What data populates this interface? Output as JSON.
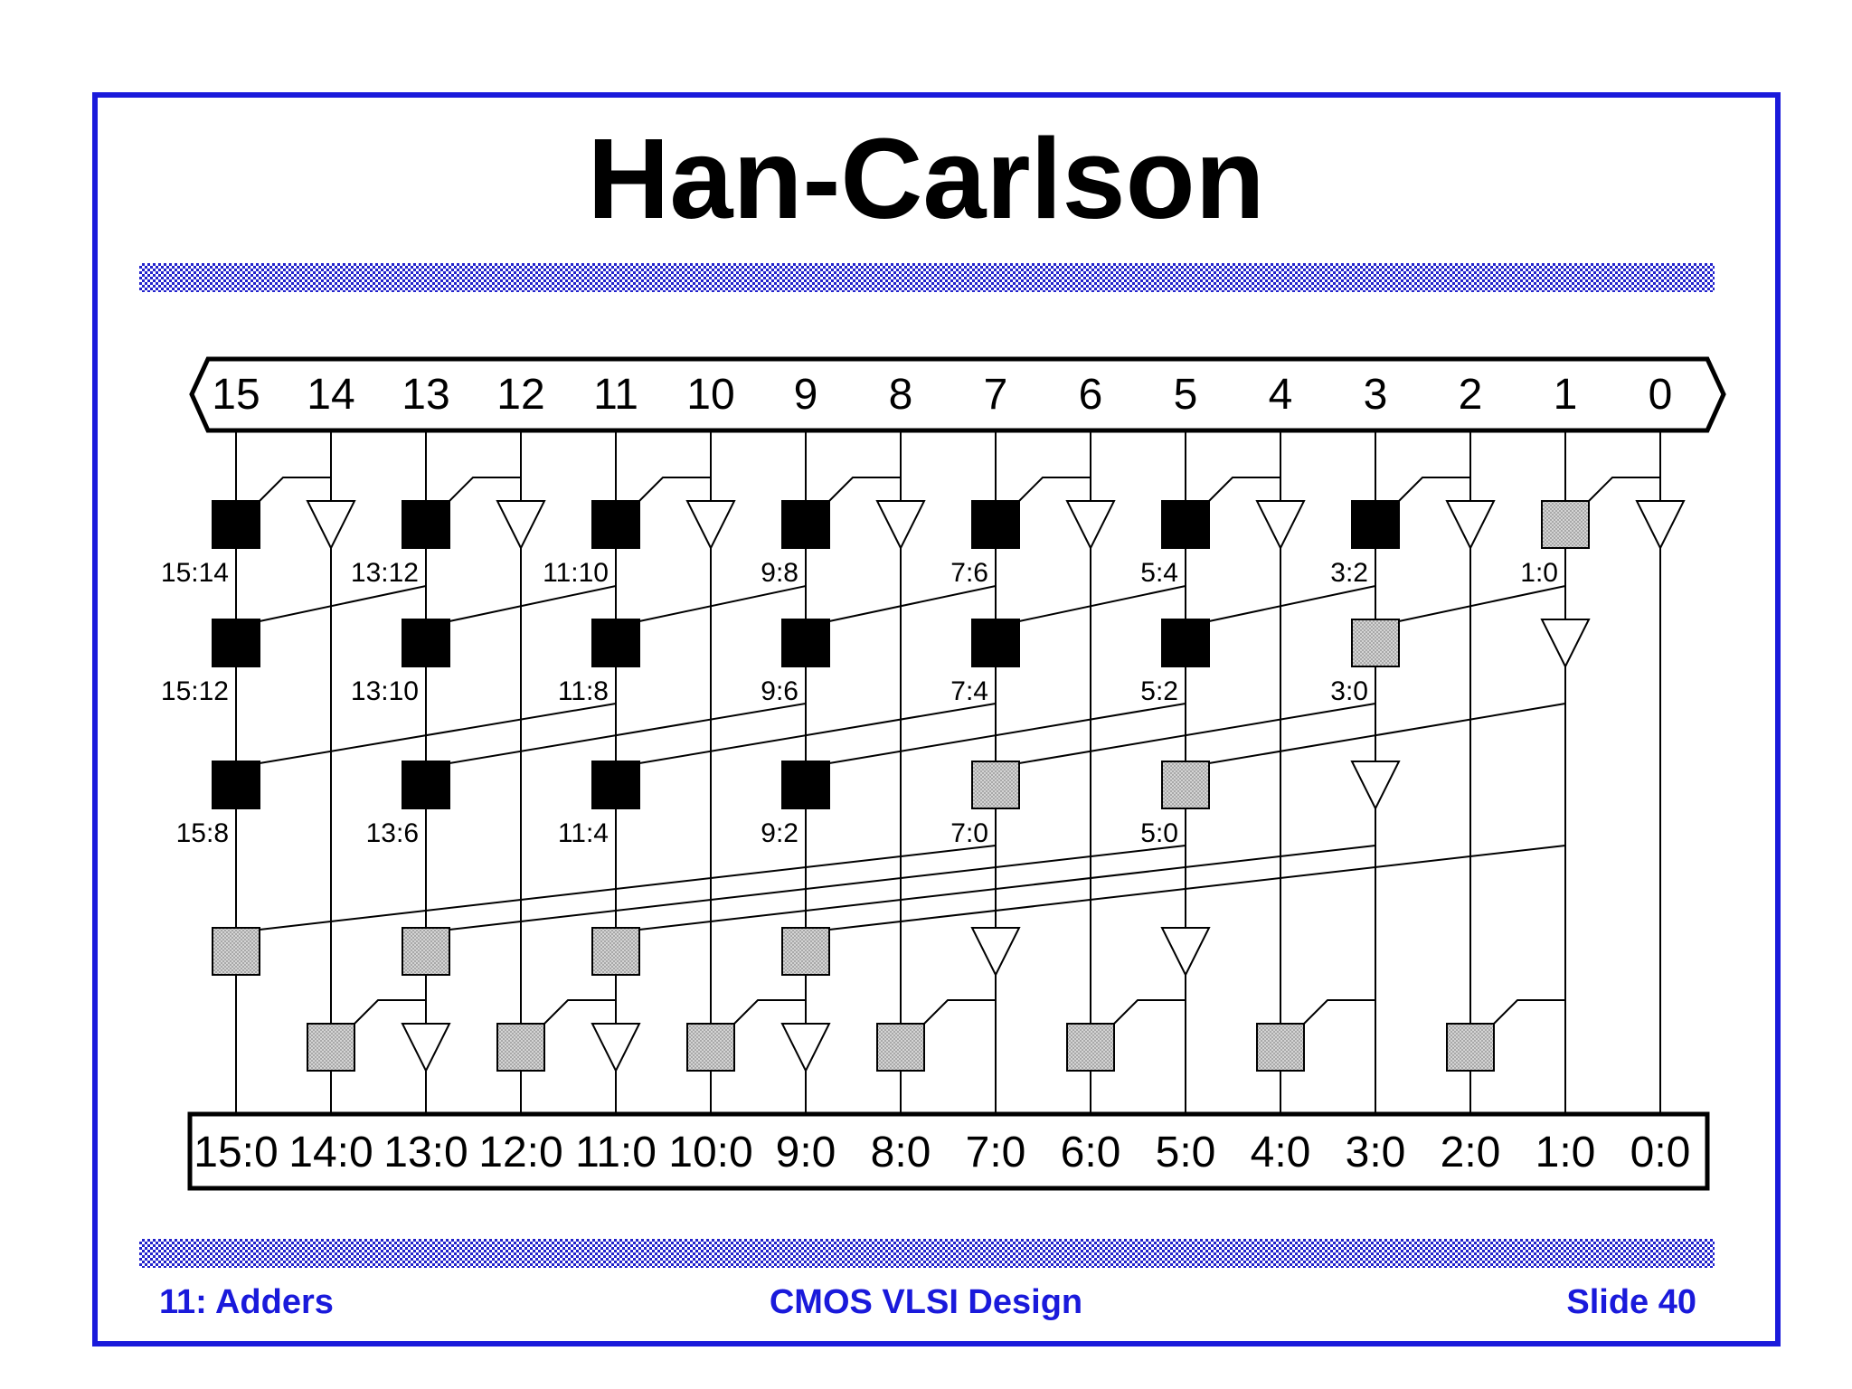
{
  "slide": {
    "title": "Han-Carlson",
    "footer_left": "11: Adders",
    "footer_center": "CMOS VLSI Design",
    "footer_right": "Slide 40"
  },
  "diagram": {
    "inputs": [
      "15",
      "14",
      "13",
      "12",
      "11",
      "10",
      "9",
      "8",
      "7",
      "6",
      "5",
      "4",
      "3",
      "2",
      "1",
      "0"
    ],
    "outputs": [
      "15:0",
      "14:0",
      "13:0",
      "12:0",
      "11:0",
      "10:0",
      "9:0",
      "8:0",
      "7:0",
      "6:0",
      "5:0",
      "4:0",
      "3:0",
      "2:0",
      "1:0",
      "0:0"
    ],
    "stage1_labels": [
      "15:14",
      "13:12",
      "11:10",
      "9:8",
      "7:6",
      "5:4",
      "3:2",
      "1:0"
    ],
    "stage2_labels": [
      "15:12",
      "13:10",
      "11:8",
      "9:6",
      "7:4",
      "5:2",
      "3:0"
    ],
    "stage3_labels": [
      "15:8",
      "13:6",
      "11:4",
      "9:2",
      "7:0",
      "5:0"
    ],
    "colors": {
      "black_cell": "#000000",
      "gray_cell": "#c8c8c8",
      "frame": "#1a1adb",
      "checker": "#2222cc"
    }
  }
}
